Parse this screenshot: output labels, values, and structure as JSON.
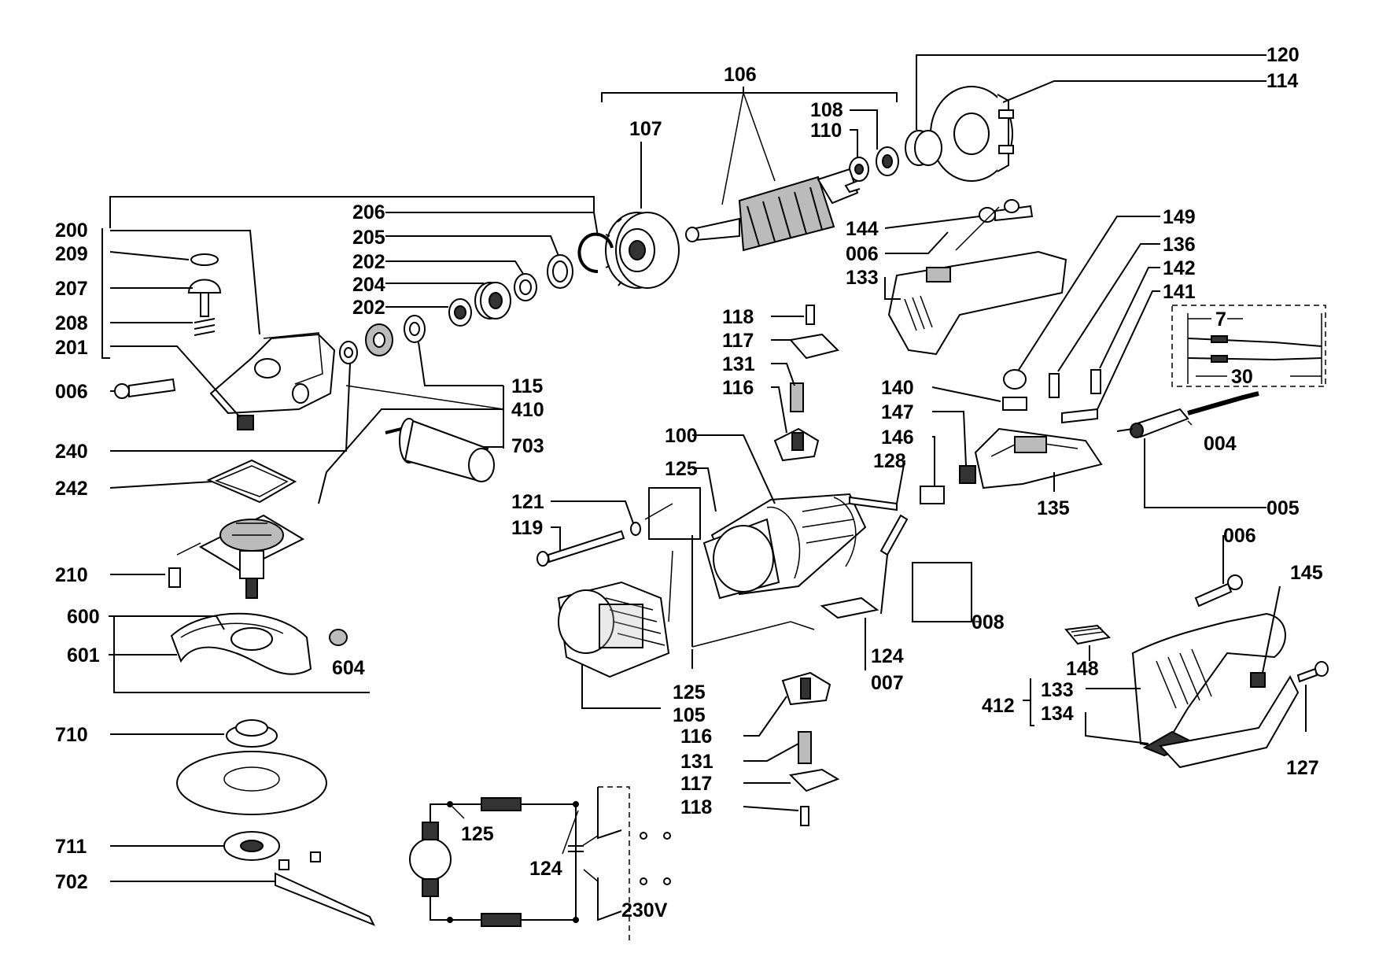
{
  "diagram": {
    "labels": {
      "l120": "120",
      "l114": "114",
      "l106": "106",
      "l107": "107",
      "l108": "108",
      "l110": "110",
      "l200": "200",
      "l209": "209",
      "l207": "207",
      "l208": "208",
      "l201": "201",
      "l006a": "006",
      "l206": "206",
      "l205": "205",
      "l202a": "202",
      "l204": "204",
      "l202b": "202",
      "l144": "144",
      "l006b": "006",
      "l133a": "133",
      "l149": "149",
      "l136": "136",
      "l142": "142",
      "l141": "141",
      "l7": "7",
      "l30": "30",
      "l118a": "118",
      "l117a": "117",
      "l131a": "131",
      "l116a": "116",
      "l115": "115",
      "l410": "410",
      "l703": "703",
      "l240": "240",
      "l242": "242",
      "l210": "210",
      "l140": "140",
      "l147": "147",
      "l146": "146",
      "l128": "128",
      "l100": "100",
      "l125a": "125",
      "l121": "121",
      "l119": "119",
      "l004": "004",
      "l135": "135",
      "l005": "005",
      "l006c": "006",
      "l145": "145",
      "l008": "008",
      "l124a": "124",
      "l007": "007",
      "l600": "600",
      "l601": "601",
      "l604": "604",
      "l125b": "125",
      "l105": "105",
      "l148": "148",
      "l412": "412",
      "l133b": "133",
      "l134": "134",
      "l127": "127",
      "l116b": "116",
      "l131b": "131",
      "l117b": "117",
      "l118b": "118",
      "l710": "710",
      "l711": "711",
      "l702": "702",
      "l125c": "125",
      "l124b": "124",
      "l230v": "230V"
    }
  }
}
